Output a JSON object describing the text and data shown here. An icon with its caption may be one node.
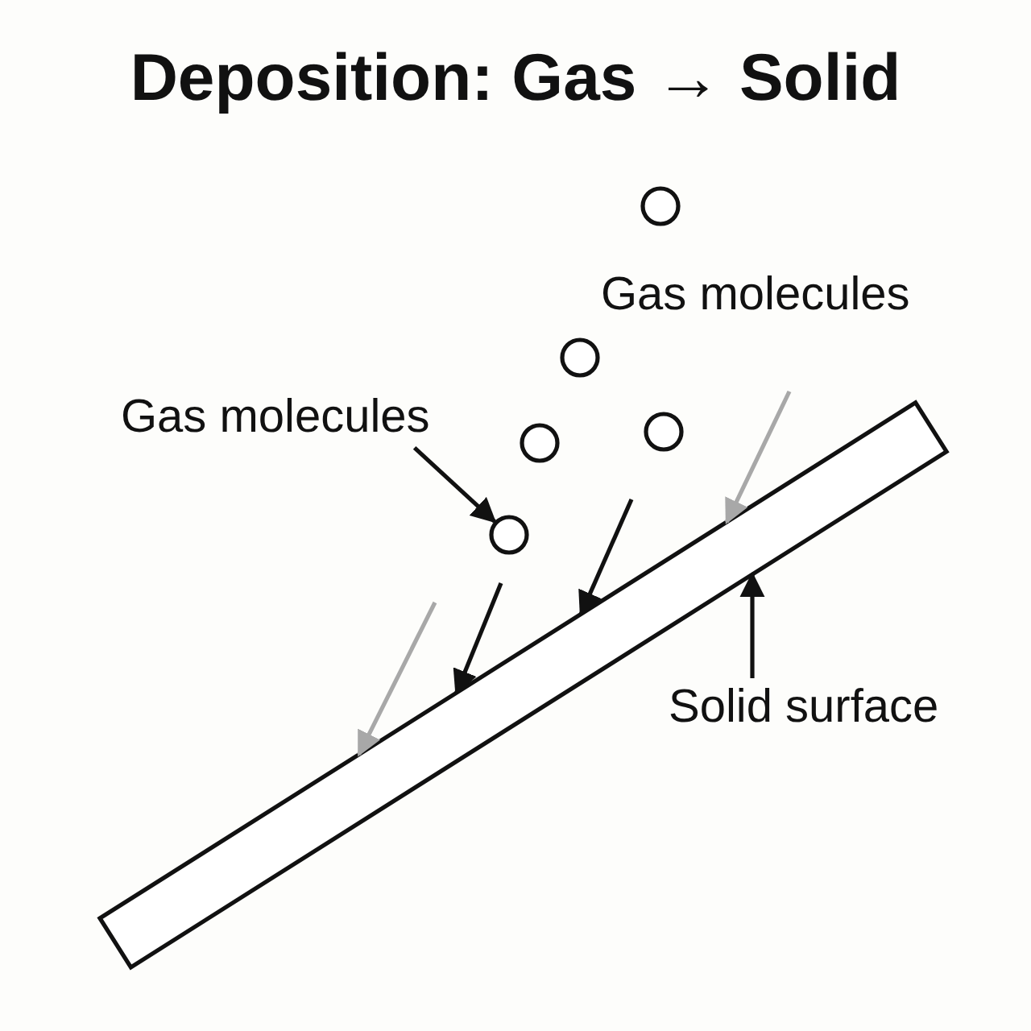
{
  "diagram": {
    "title": "Deposition: Gas → Solid",
    "nodes": [
      {
        "text": [],
        "shape": "circle"
      },
      {
        "text": [],
        "shape": "circle"
      },
      {
        "text": [
          "Gas molecules"
        ]
      },
      {
        "text": [],
        "shape": "circle"
      },
      {
        "text": [],
        "shape": "circle"
      },
      {
        "text": [],
        "shape": "circle"
      },
      {
        "text": [],
        "shape": "bar"
      },
      {
        "text": [
          "Solid surface"
        ]
      }
    ],
    "edges": [
      {
        "from": 2,
        "to": 5,
        "arrow": "to"
      },
      {
        "from": null,
        "to": 6,
        "arrow": "to",
        "color": "#a8a8a8"
      },
      {
        "from": null,
        "to": 6,
        "arrow": "to"
      },
      {
        "from": null,
        "to": 6,
        "arrow": "to"
      },
      {
        "from": null,
        "to": 6,
        "arrow": "to",
        "color": "#a8a8a8"
      },
      {
        "from": 7,
        "to": 6,
        "arrow": "to"
      }
    ],
    "labels": [
      "Gas molecules"
    ]
  }
}
